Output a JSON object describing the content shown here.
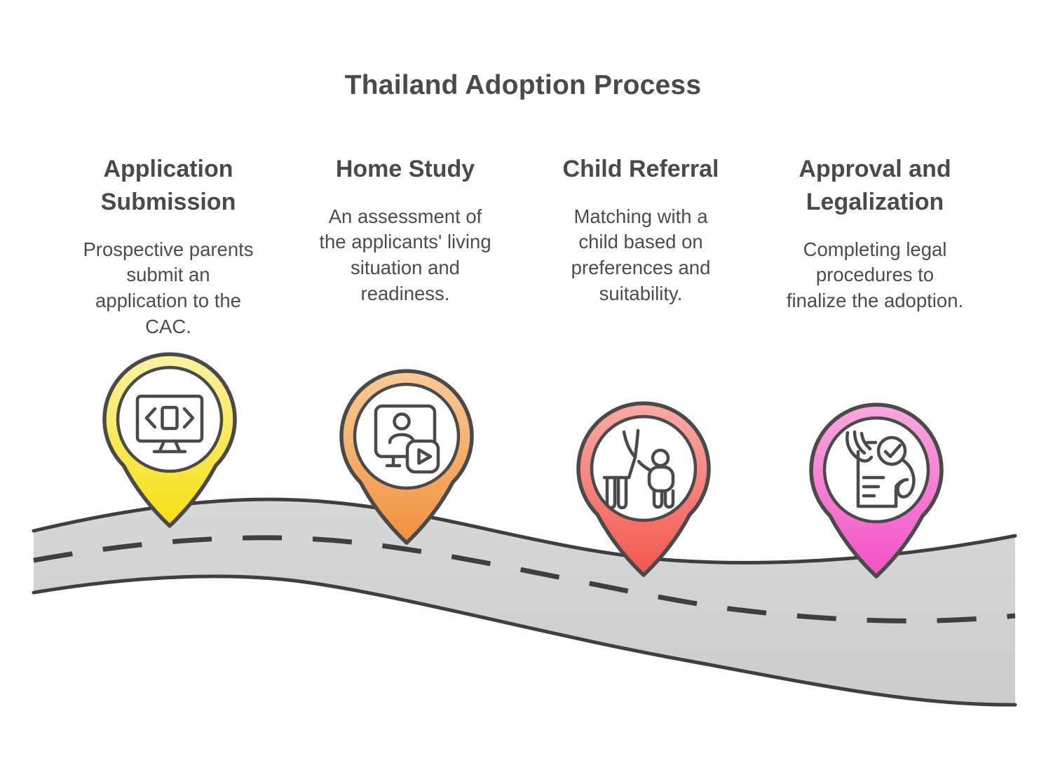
{
  "title": "Thailand Adoption Process",
  "colors": {
    "text": "#4a4a4a",
    "text_body": "#4c4c4c",
    "outline": "#4a4a4a",
    "road_line": "#3f3f3f",
    "road_fill_top": "#d8d8d8",
    "road_fill_bottom": "#cccccc"
  },
  "steps": [
    {
      "title": "Application\nSubmission",
      "description": "Prospective parents\nsubmit an\napplication to the\nCAC.",
      "icon": "monitor-code-icon",
      "pin_color_top": "#faf3a2",
      "pin_color_bottom": "#f8df10"
    },
    {
      "title": "Home Study",
      "description": "An assessment of\nthe applicants' living\nsituation and\nreadiness.",
      "icon": "video-call-icon",
      "pin_color_top": "#f9cb96",
      "pin_color_bottom": "#f0913c"
    },
    {
      "title": "Child Referral",
      "description": "Matching with a\nchild based on\npreferences and\nsuitability.",
      "icon": "parent-child-icon",
      "pin_color_top": "#f9aba6",
      "pin_color_bottom": "#f4564c"
    },
    {
      "title": "Approval and\nLegalization",
      "description": "Completing legal\nprocedures to\nfinalize the adoption.",
      "icon": "document-approval-icon",
      "pin_color_top": "#f8a9de",
      "pin_color_bottom": "#f350c6"
    }
  ]
}
